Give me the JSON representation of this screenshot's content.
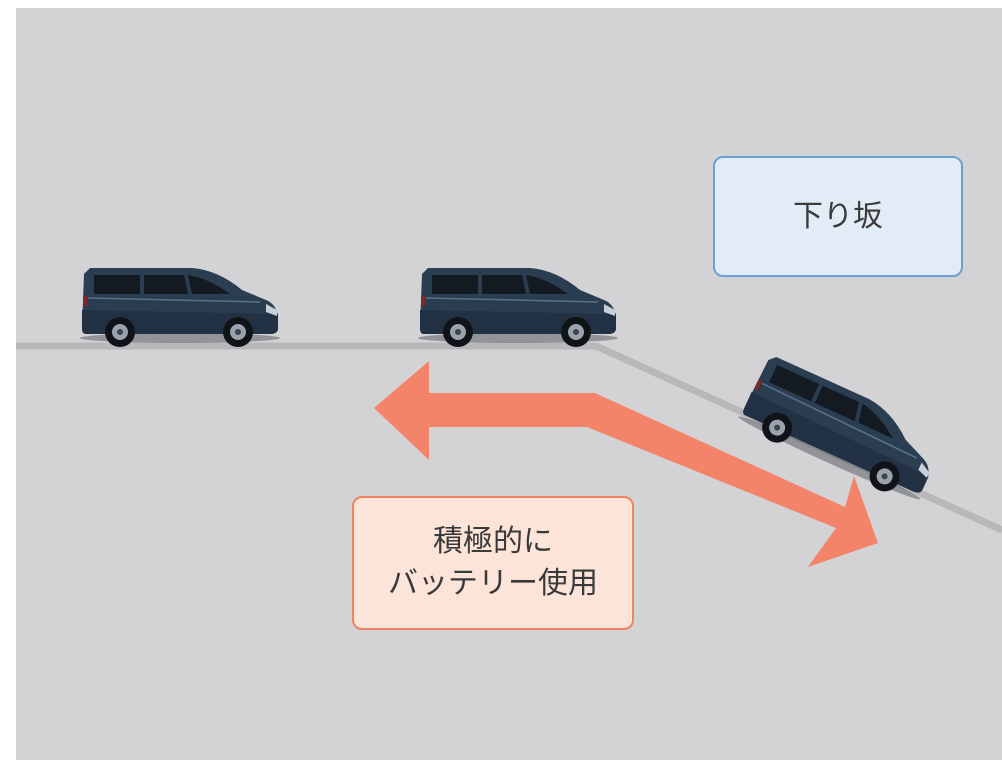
{
  "colors": {
    "background": "#d3d3d5",
    "road": "#b8b8bb",
    "arrow": "#f3846a",
    "slope_box_fill": "#e2ecf6",
    "slope_box_border": "#6c9fd3",
    "battery_box_fill": "#fde4d8",
    "battery_box_border": "#ee8463",
    "car_body": "#2b3d50"
  },
  "labels": {
    "downhill": "下り坂",
    "battery_line1": "積極的に",
    "battery_line2": "バッテリー使用"
  },
  "icons": {
    "vehicle": "minivan-icon",
    "direction": "double-headed-bent-arrow"
  }
}
